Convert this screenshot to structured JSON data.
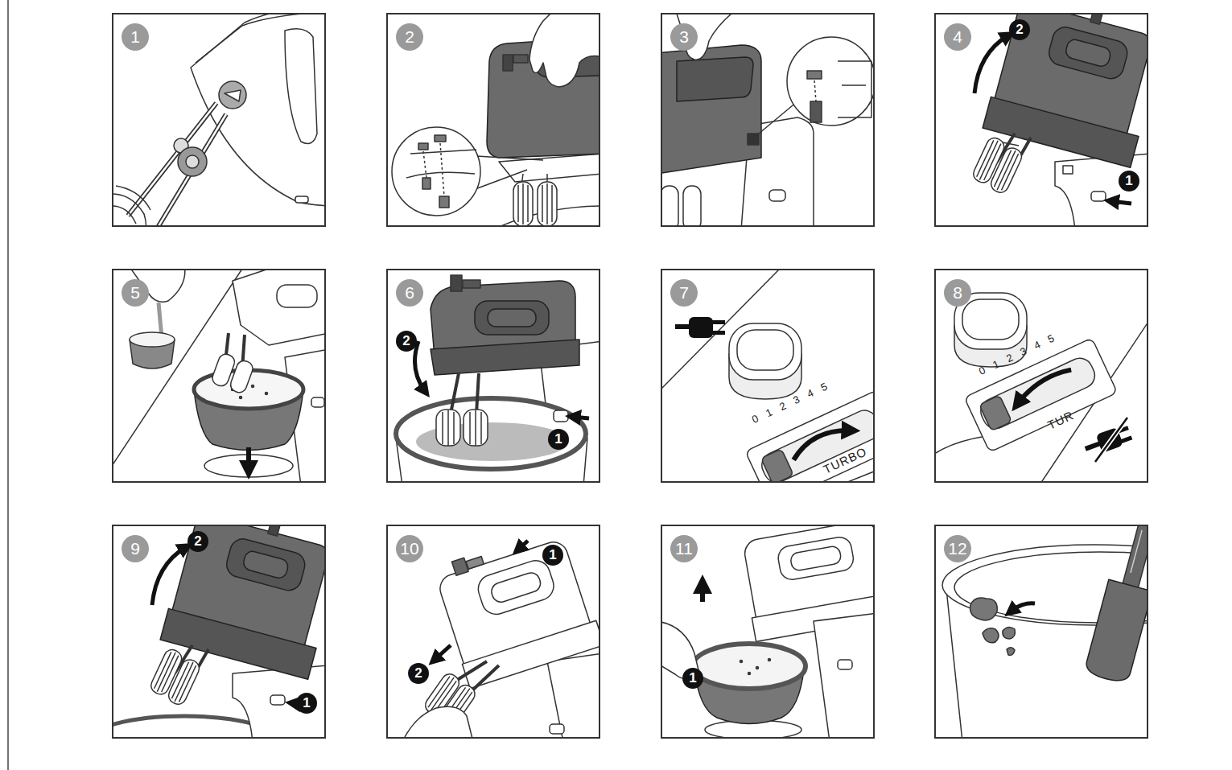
{
  "diagram": {
    "nodes": [
      {
        "text": [
          "1"
        ]
      },
      {
        "text": [
          "2"
        ]
      },
      {
        "text": [
          "3"
        ]
      },
      {
        "text": [
          "4"
        ]
      },
      {
        "text": [
          "5"
        ]
      },
      {
        "text": [
          "6"
        ]
      },
      {
        "text": [
          "7"
        ]
      },
      {
        "text": [
          "8"
        ]
      },
      {
        "text": [
          "9"
        ]
      },
      {
        "text": [
          "10"
        ]
      },
      {
        "text": [
          "11"
        ]
      },
      {
        "text": [
          "12"
        ]
      }
    ],
    "labels": [
      "2",
      "1",
      "2",
      "1",
      "0 1 2 3 4 5",
      "TURBO",
      "0 1 2 3 4 5",
      "TUR",
      "2",
      "1",
      "1",
      "2",
      "1"
    ]
  }
}
